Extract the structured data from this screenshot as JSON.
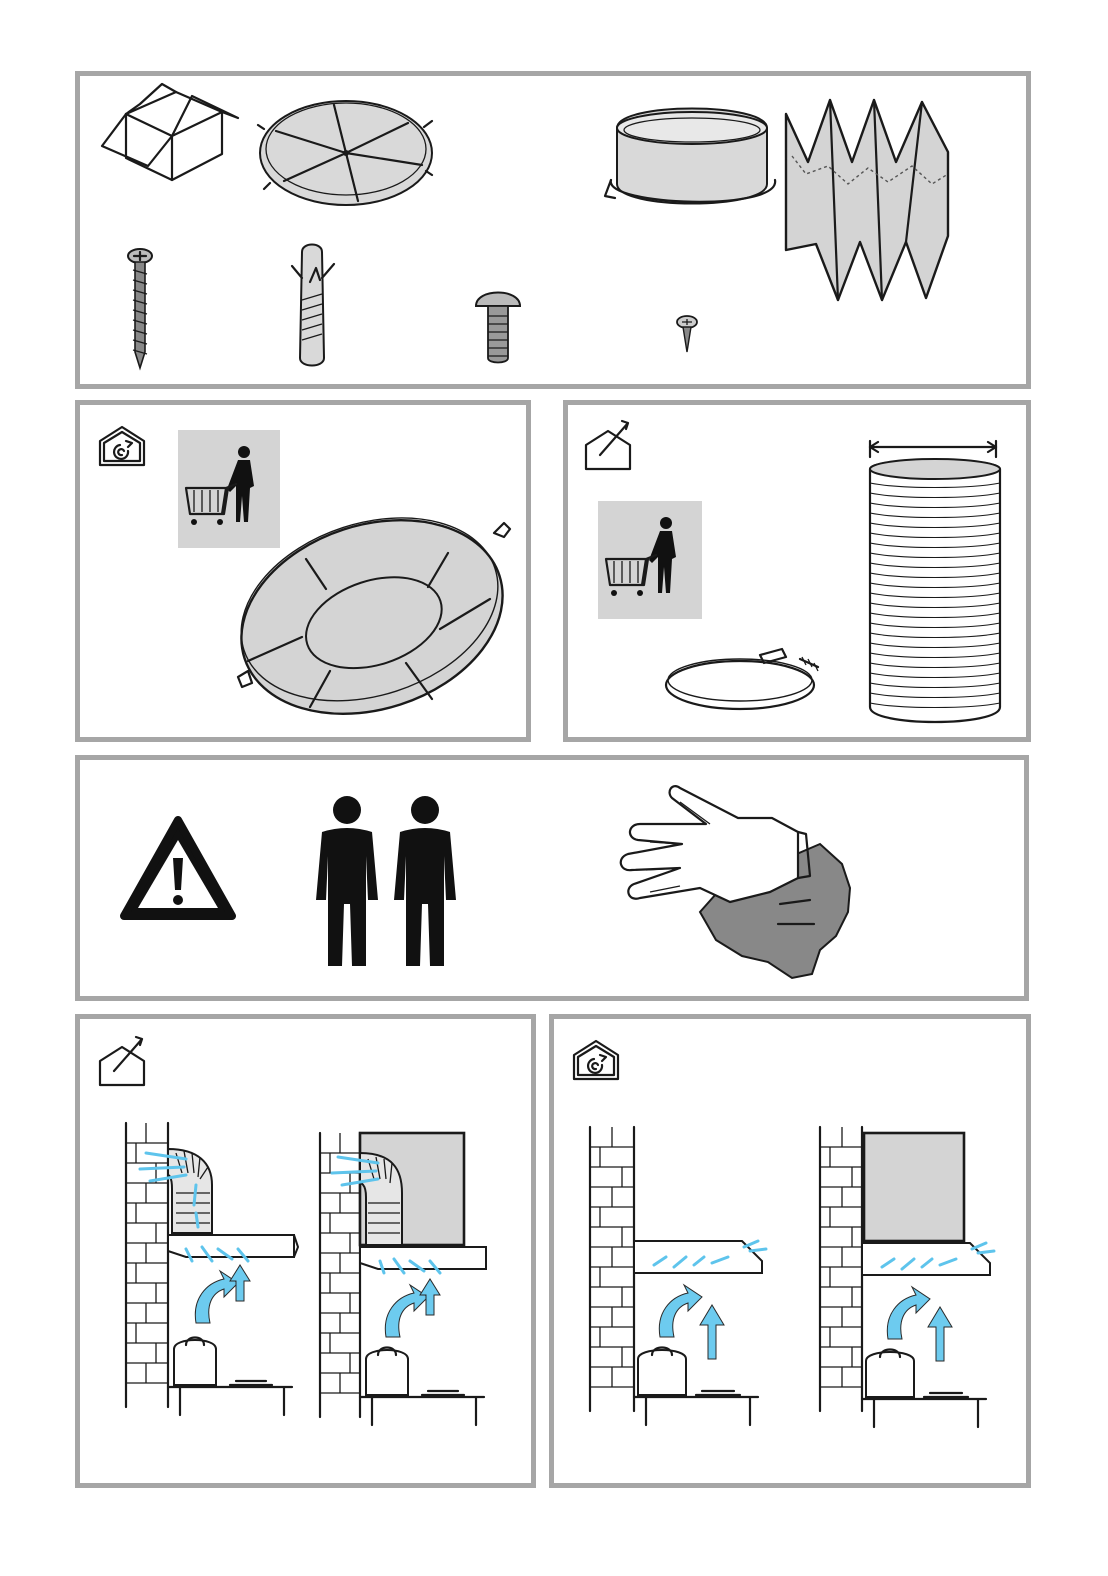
{
  "document": {
    "panels": [
      {
        "id": "parts",
        "items": [
          "box-icon",
          "filter-frame-icon",
          "duct-adapter-icon",
          "grease-filter-icon",
          "wood-screw-icon",
          "wall-plug-icon",
          "bolt-icon",
          "small-screw-icon"
        ]
      },
      {
        "id": "recirculation-kit",
        "mode_icon": "recirculation-house-icon",
        "items": [
          "shopping-cart-person-icon",
          "carbon-filter-icon"
        ]
      },
      {
        "id": "extraction-kit",
        "mode_icon": "extraction-house-icon",
        "items": [
          "shopping-cart-person-icon",
          "hose-clamp-icon",
          "flexible-duct-icon"
        ]
      },
      {
        "id": "safety",
        "items": [
          "warning-triangle-icon",
          "two-persons-icon",
          "gloves-icon"
        ]
      },
      {
        "id": "extraction-mode",
        "mode_icon": "extraction-house-icon",
        "items": [
          "hood-extraction-diagram",
          "hood-extraction-cabinet-diagram"
        ]
      },
      {
        "id": "recirculation-mode",
        "mode_icon": "recirculation-house-icon",
        "items": [
          "hood-recirculation-diagram",
          "hood-recirculation-cabinet-diagram"
        ]
      }
    ],
    "colors": {
      "frame": "#a6a6a6",
      "shade": "#d4d4d4",
      "air": "#5ec4ec",
      "ink": "#1a1a1a"
    }
  }
}
